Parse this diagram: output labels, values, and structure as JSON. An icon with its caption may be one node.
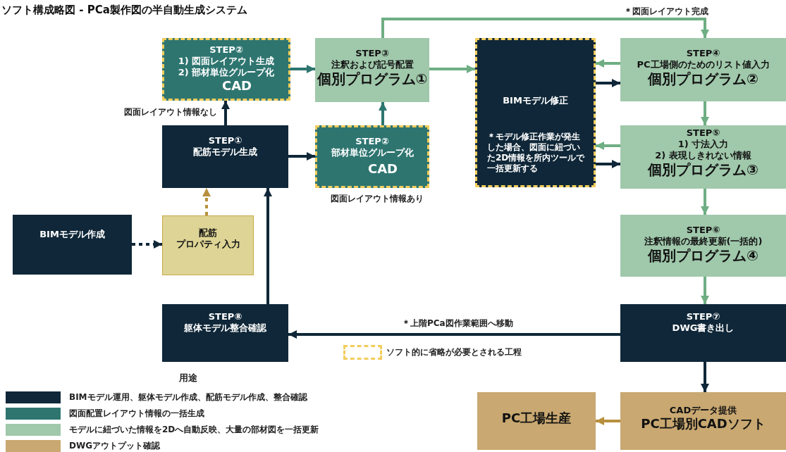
{
  "diagram": {
    "title": "ソフト構成略図 - PCa製作図の半自動生成システム",
    "nodes": [
      {
        "text": [
          "STEP②",
          "1) 図面レイアウト生成",
          "2) 部材単位グループ化",
          "CAD"
        ]
      },
      {
        "text": [
          "STEP③",
          "注釈および記号配置",
          "個別プログラム①"
        ]
      },
      {
        "text": [
          "BIMモデル修正",
          "＊モデル修正作業が発生した場合、図面に紐づいた2D情報を所内ツールで一括更新する"
        ]
      },
      {
        "text": [
          "STEP④",
          "PC工場側のためのリスト値入力",
          "個別プログラム②"
        ]
      },
      {
        "text": [
          "STEP①",
          "配筋モデル生成"
        ]
      },
      {
        "text": [
          "STEP②",
          "部材単位グループ化",
          "CAD"
        ],
        "beside": [
          "図面レイアウト情報あり"
        ]
      },
      {
        "text": [
          "STEP⑤",
          "1) 寸法入力",
          "2) 表現しきれない情報",
          "個別プログラム③"
        ]
      },
      {
        "text": [
          "BIMモデル作成"
        ]
      },
      {
        "text": [
          "配筋",
          "プロパティ入力"
        ]
      },
      {
        "text": [
          "STEP⑥",
          "注釈情報の最終更新(一括的)",
          "個別プログラム④"
        ]
      },
      {
        "text": [
          "STEP⑧",
          "躯体モデル整合確認"
        ]
      },
      {
        "text": [
          "STEP⑦",
          "DWG書き出し"
        ]
      },
      {
        "text": [
          "PC工場生産"
        ]
      },
      {
        "text": [
          "CADデータ提供",
          "PC工場別CADソフト"
        ]
      }
    ],
    "edges": [
      {
        "from": 0,
        "to": 1,
        "arrow": "to",
        "color": "#2e7570"
      },
      {
        "from": 1,
        "to": 2,
        "arrow": "to",
        "color": "#6fae83"
      },
      {
        "from": 1,
        "to": 3,
        "arrow": "to",
        "color": "#6fae83",
        "label": "＊図面レイアウト完成"
      },
      {
        "from": 3,
        "to": 2,
        "arrow": "to",
        "color": "#6fae83"
      },
      {
        "from": 2,
        "to": 3,
        "arrow": "to"
      },
      {
        "from": 6,
        "to": 2,
        "arrow": "to",
        "color": "#6fae83"
      },
      {
        "from": 2,
        "to": 6,
        "arrow": "to"
      },
      {
        "from": 4,
        "to": 0,
        "arrow": "to",
        "label": "図面レイアウト情報なし"
      },
      {
        "from": 4,
        "to": 5,
        "arrow": "to"
      },
      {
        "from": 5,
        "to": 1,
        "arrow": "to",
        "color": "#2e7570"
      },
      {
        "from": 7,
        "to": 8,
        "arrow": "to",
        "style": "dashed"
      },
      {
        "from": 8,
        "to": 4,
        "arrow": "to",
        "style": "dashed",
        "color": "#b8903d"
      },
      {
        "from": 10,
        "to": 4,
        "arrow": "to"
      },
      {
        "from": 11,
        "to": 10,
        "arrow": "to",
        "label": "＊上階PCa図作業範囲へ移動"
      },
      {
        "from": 3,
        "to": 6,
        "arrow": "to",
        "color": "#6fae83"
      },
      {
        "from": 6,
        "to": 9,
        "arrow": "to",
        "color": "#6fae83"
      },
      {
        "from": 9,
        "to": 11,
        "arrow": "to",
        "color": "#6fae83"
      },
      {
        "from": 11,
        "to": 13,
        "arrow": "to"
      },
      {
        "from": 13,
        "to": 12,
        "arrow": "to",
        "color": "#b8903d"
      }
    ],
    "labels": [
      "用途"
    ],
    "legend": [
      {
        "text": "ソフト的に省略が必要とされる工程"
      },
      {
        "text": "BIMモデル運用、躯体モデル作成、配筋モデル作成、整合確認",
        "color": "#0f2738"
      },
      {
        "text": "図面配置レイアウト情報の一括生成",
        "color": "#2e7570"
      },
      {
        "text": "モデルに紐づいた情報を2Dへ自動反映、大量の部材図を一括更新",
        "color": "#a0c8ab"
      },
      {
        "text": "DWGアウトプット確認",
        "color": "#c9a871"
      }
    ]
  }
}
